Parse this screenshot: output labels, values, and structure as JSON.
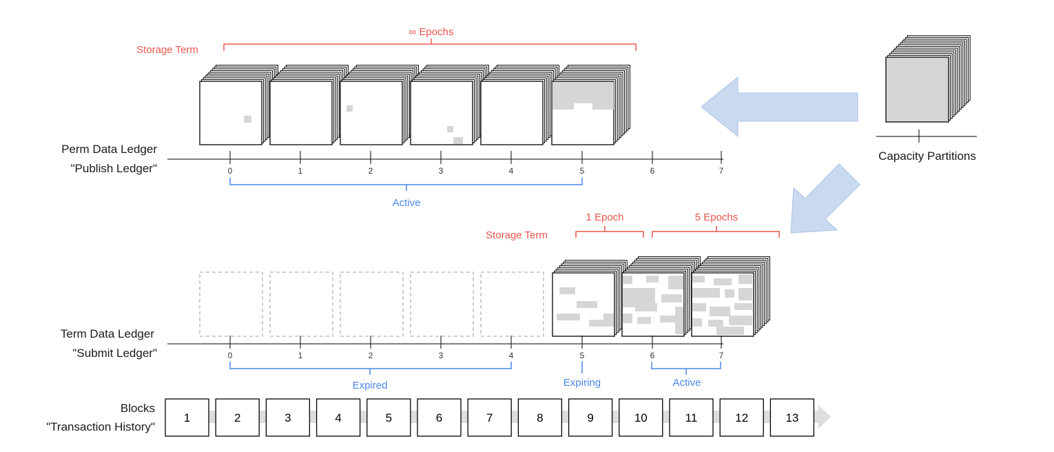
{
  "perm_ledger": {
    "name": "Perm Data Ledger",
    "alias": "\"Publish Ledger\"",
    "storage_term_label": "Storage Term",
    "epochs_label": "∞ Epochs",
    "active_label": "Active",
    "ticks": [
      "0",
      "1",
      "2",
      "3",
      "4",
      "5",
      "6",
      "7"
    ]
  },
  "term_ledger": {
    "name": "Term Data Ledger",
    "alias": "\"Submit Ledger\"",
    "storage_term_label": "Storage Term",
    "one_epoch_label": "1 Epoch",
    "five_epochs_label": "5 Epochs",
    "expired_label": "Expired",
    "expiring_label": "Expiring",
    "active_label": "Active",
    "ticks": [
      "0",
      "1",
      "2",
      "3",
      "4",
      "5",
      "6",
      "7"
    ]
  },
  "capacity": {
    "label": "Capacity Partitions"
  },
  "blocks": {
    "name": "Blocks",
    "alias": "\"Transaction History\"",
    "items": [
      "1",
      "2",
      "3",
      "4",
      "5",
      "6",
      "7",
      "8",
      "9",
      "10",
      "11",
      "12",
      "13"
    ]
  },
  "colors": {
    "red": "#e8574e",
    "blue": "#4a86e8",
    "arrow_fill": "#c9d9f0",
    "partition_fill": "#d9d9d9",
    "track": "#dddddd"
  }
}
